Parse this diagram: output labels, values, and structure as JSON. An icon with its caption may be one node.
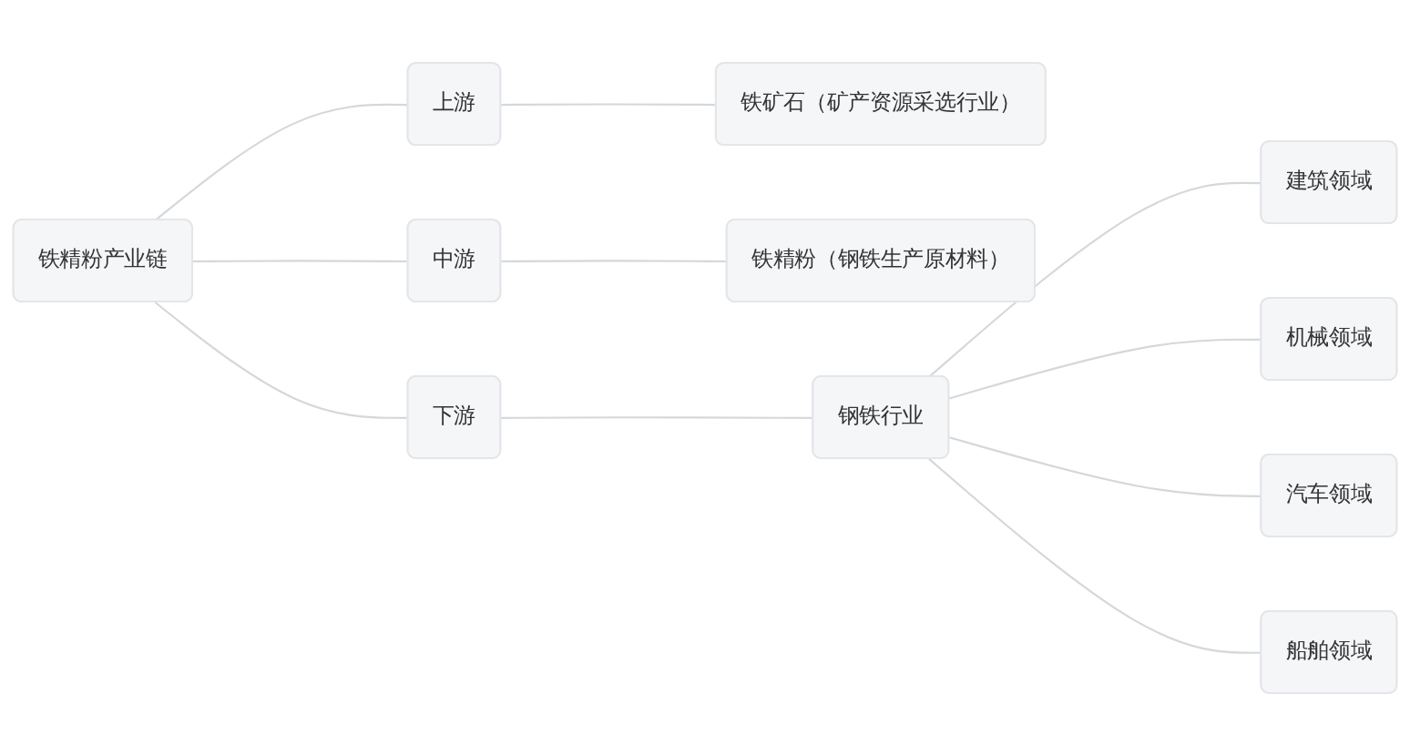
{
  "diagram": {
    "nodes": [
      {
        "text": [
          "铁精粉产业链"
        ]
      },
      {
        "text": [
          "上游"
        ]
      },
      {
        "text": [
          "中游"
        ]
      },
      {
        "text": [
          "下游"
        ]
      },
      {
        "text": [
          "铁矿石（矿产资源采选行业）"
        ]
      },
      {
        "text": [
          "铁精粉（钢铁生产原材料）"
        ]
      },
      {
        "text": [
          "钢铁行业"
        ]
      },
      {
        "text": [
          "建筑领域"
        ]
      },
      {
        "text": [
          "机械领域"
        ]
      },
      {
        "text": [
          "汽车领域"
        ]
      },
      {
        "text": [
          "船舶领域"
        ]
      }
    ],
    "edges": [
      {
        "from": 0,
        "to": 1,
        "arrow": "none"
      },
      {
        "from": 0,
        "to": 2,
        "arrow": "none"
      },
      {
        "from": 0,
        "to": 3,
        "arrow": "none"
      },
      {
        "from": 1,
        "to": 4,
        "arrow": "none"
      },
      {
        "from": 2,
        "to": 5,
        "arrow": "none"
      },
      {
        "from": 3,
        "to": 6,
        "arrow": "none"
      },
      {
        "from": 6,
        "to": 7,
        "arrow": "none"
      },
      {
        "from": 6,
        "to": 8,
        "arrow": "none"
      },
      {
        "from": 6,
        "to": 9,
        "arrow": "none"
      },
      {
        "from": 6,
        "to": 10,
        "arrow": "none"
      }
    ]
  }
}
